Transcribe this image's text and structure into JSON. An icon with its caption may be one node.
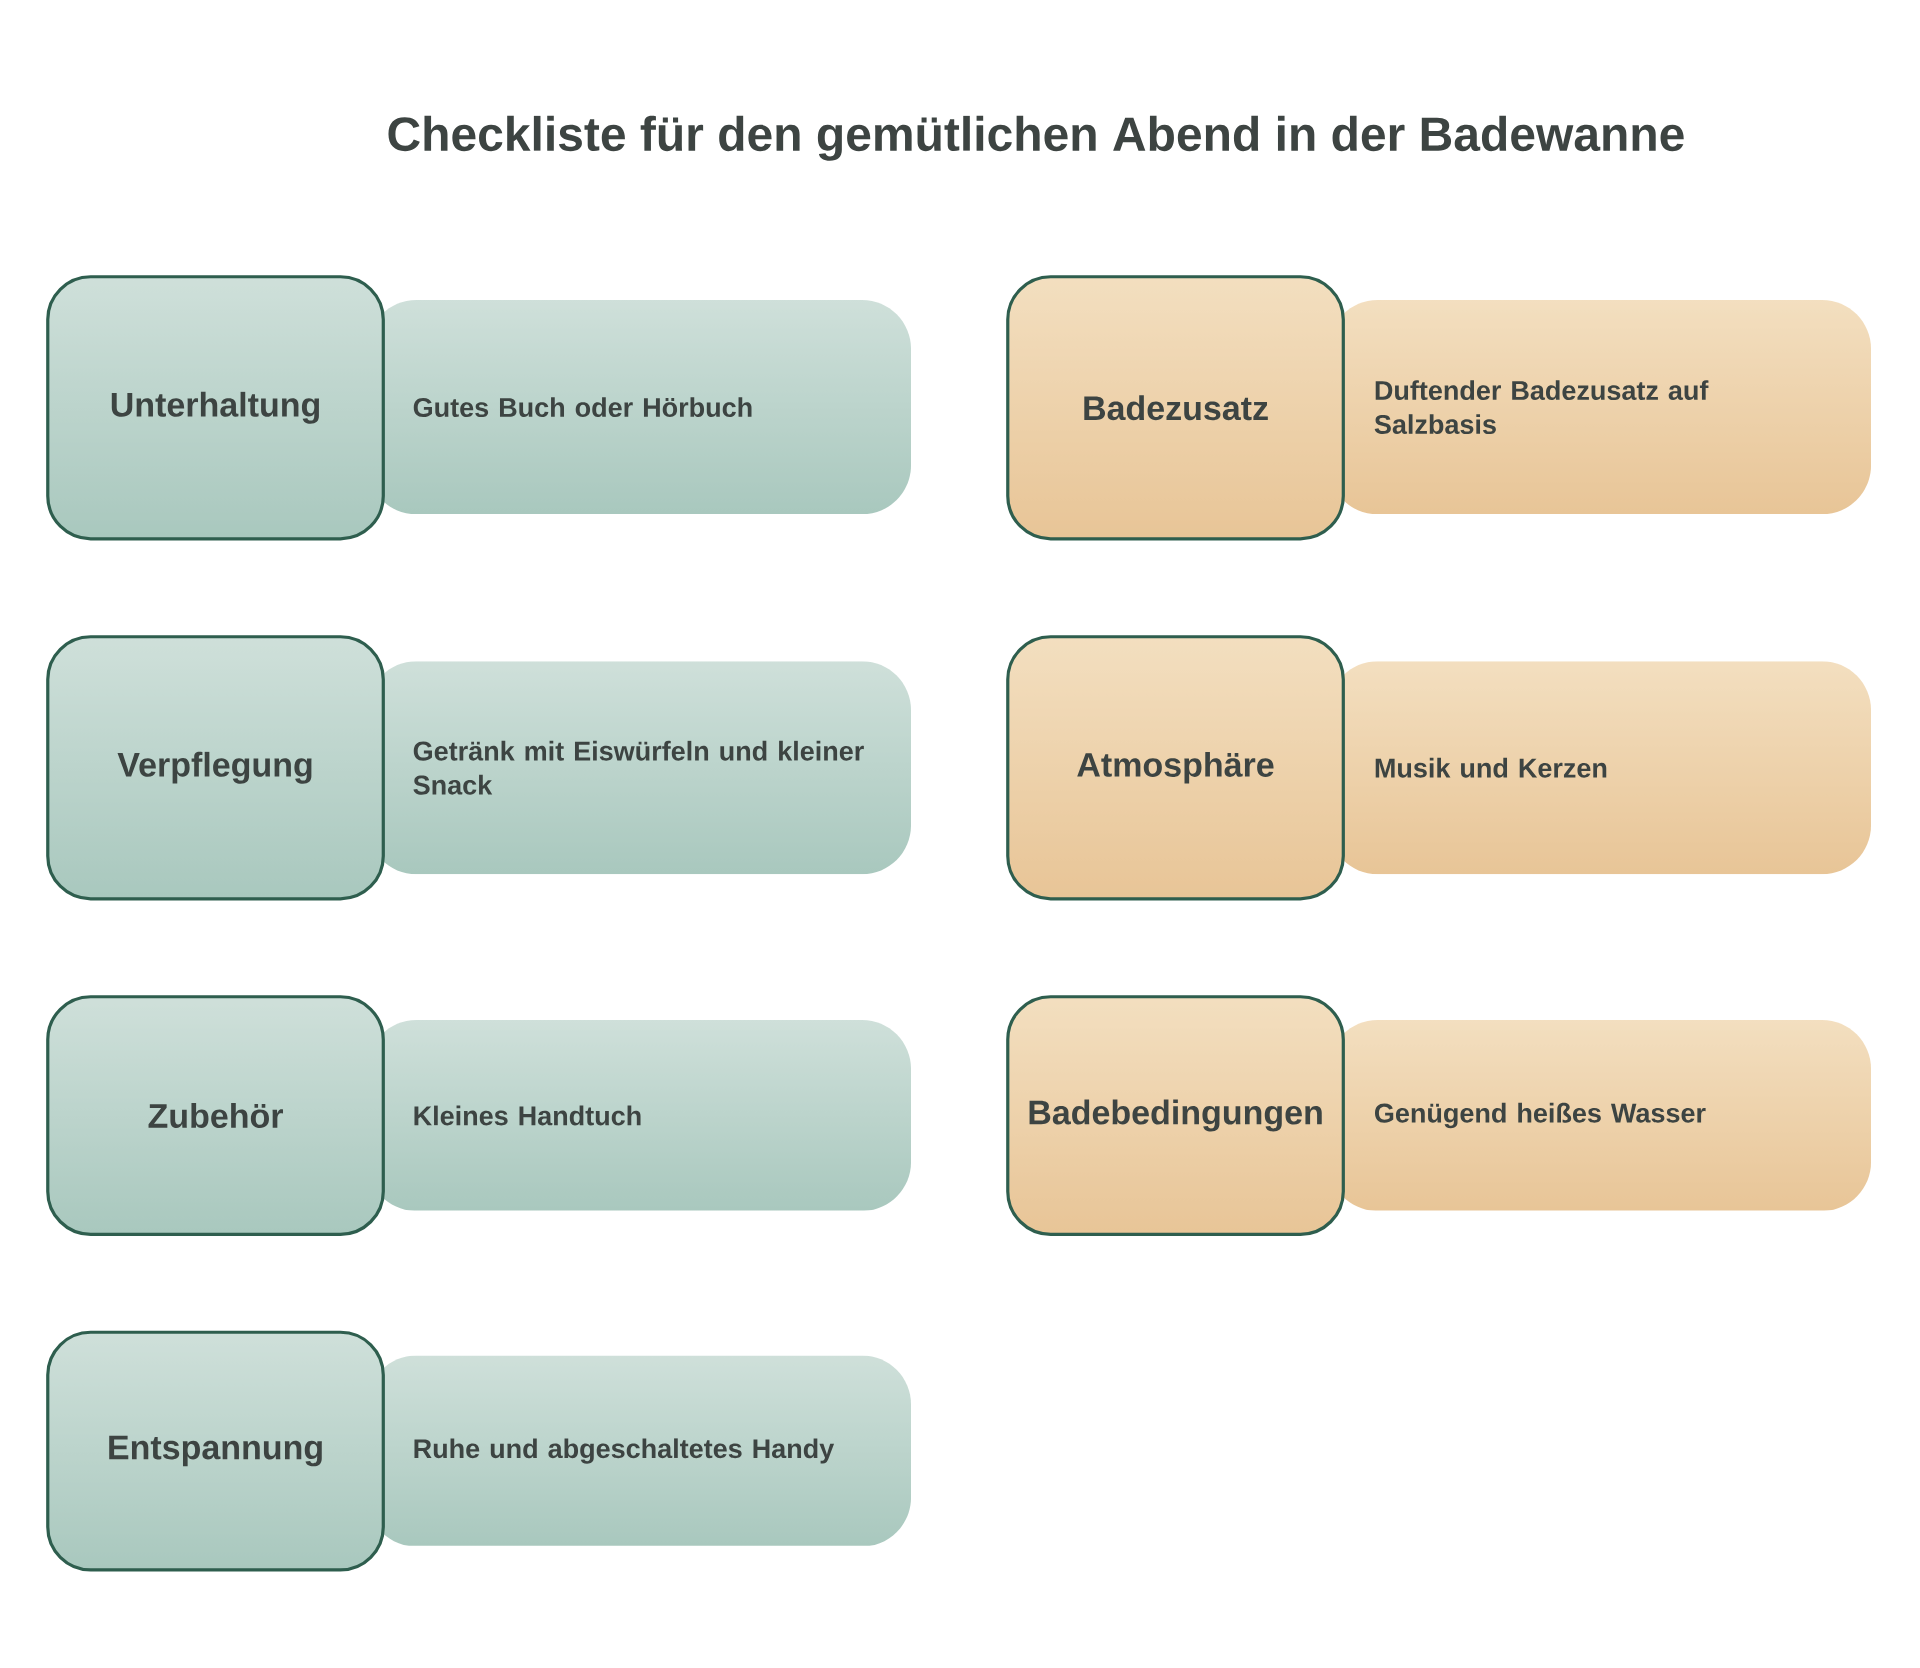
{
  "diagram": {
    "title": "Checkliste für den gemütlichen Abend in der Badewanne",
    "nodes": [
      {
        "text": [
          "Unterhaltung"
        ]
      },
      {
        "text": [
          "Gutes Buch oder Hörbuch"
        ]
      },
      {
        "text": [
          "Badezusatz"
        ]
      },
      {
        "text": [
          "Duftender Badezusatz auf Salzbasis"
        ]
      },
      {
        "text": [
          "Verpflegung"
        ]
      },
      {
        "text": [
          "Getränk mit Eiswürfeln und kleiner Snack"
        ]
      },
      {
        "text": [
          "Atmosphäre"
        ]
      },
      {
        "text": [
          "Musik und Kerzen"
        ]
      },
      {
        "text": [
          "Zubehör"
        ]
      },
      {
        "text": [
          "Kleines Handtuch"
        ]
      },
      {
        "text": [
          "Badebedingungen"
        ]
      },
      {
        "text": [
          "Genügend heißes Wasser"
        ]
      },
      {
        "text": [
          "Entspannung"
        ]
      },
      {
        "text": [
          "Ruhe und abgeschaltetes Handy"
        ]
      }
    ],
    "edges": []
  }
}
